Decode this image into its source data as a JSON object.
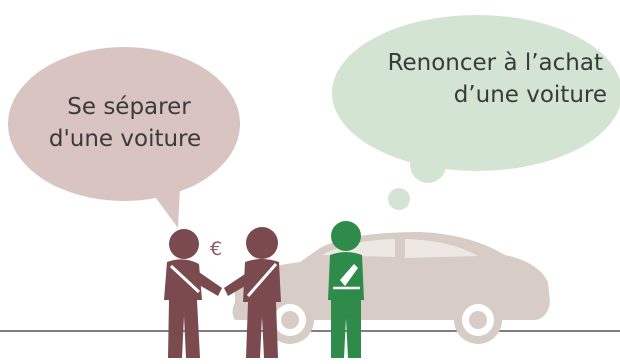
{
  "left_bubble": {
    "line1": "Se séparer",
    "line2": "d'une voiture"
  },
  "right_bubble": {
    "line1": "Renoncer à l’achat",
    "line2": "d’une voiture"
  },
  "currency_symbol": "€",
  "colors": {
    "left_bubble": "#d9c4c2",
    "right_bubble": "#d4e4d3",
    "sellers": "#7a4a4e",
    "thinker": "#2e8b4a",
    "car": "#d8cdc6",
    "ground": "#555555"
  }
}
